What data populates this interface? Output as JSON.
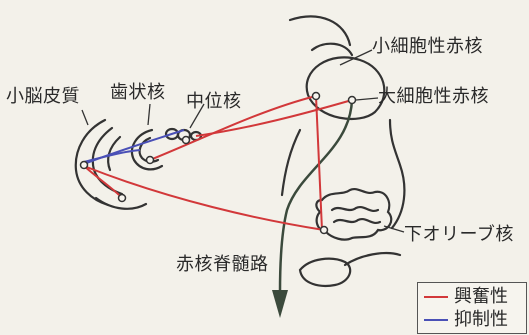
{
  "labels": {
    "cerebellar_cortex": "小脳皮質",
    "dentate_nucleus": "歯状核",
    "interposed_nucleus": "中位核",
    "parvocellular_red_nucleus": "小細胞性赤核",
    "magnocellular_red_nucleus": "大細胞性赤核",
    "inferior_olive": "下オリーブ核",
    "rubrospinal_tract": "赤核脊髄路"
  },
  "legend": {
    "excitatory": "興奮性",
    "inhibitory": "抑制性"
  },
  "colors": {
    "excitatory": "#d2383a",
    "inhibitory": "#4a50b6",
    "outline": "#333333",
    "tract": "#3b4a3c"
  }
}
